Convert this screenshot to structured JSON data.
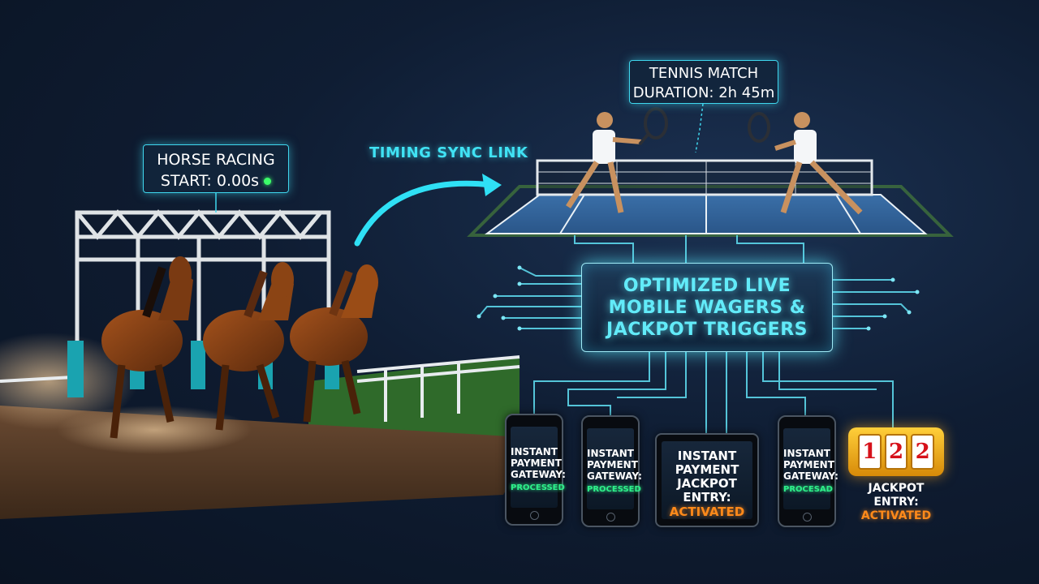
{
  "horse_label": {
    "line1": "HORSE RACING",
    "line2": "START: 0.00s"
  },
  "tennis_label": {
    "line1": "TENNIS MATCH",
    "line2": "DURATION: 2h 45m"
  },
  "sync_label": "TIMING SYNC LINK",
  "hub": {
    "line1": "OPTIMIZED LIVE",
    "line2": "MOBILE WAGERS &",
    "line3": "JACKPOT TRIGGERS"
  },
  "devices": [
    {
      "line1": "INSTANT",
      "line2": "PAYMENT",
      "line3": "GATEWAY:",
      "status": "PROCESSED"
    },
    {
      "line1": "INSTANT",
      "line2": "PAYMENT",
      "line3": "GATEWAY:",
      "status": "PROCESSED"
    },
    {
      "line1": "INSTANT",
      "line2": "PAYMENT",
      "line3": "JACKPOT",
      "line4": "ENTRY:",
      "status": "ACTIVATED"
    },
    {
      "line1": "INSTANT",
      "line2": "PAYMENT",
      "line3": "GATEWAY:",
      "status": "PROCESAD"
    }
  ],
  "slot": {
    "reels": [
      "1",
      "2",
      "2"
    ],
    "line1": "JACKPOT",
    "line2": "ENTRY:",
    "status": "ACTIVATED"
  },
  "colors": {
    "accent": "#40e2f4",
    "success": "#2ef08a",
    "warning": "#ff8a1a",
    "slot_gold": "#ffcf3a"
  }
}
